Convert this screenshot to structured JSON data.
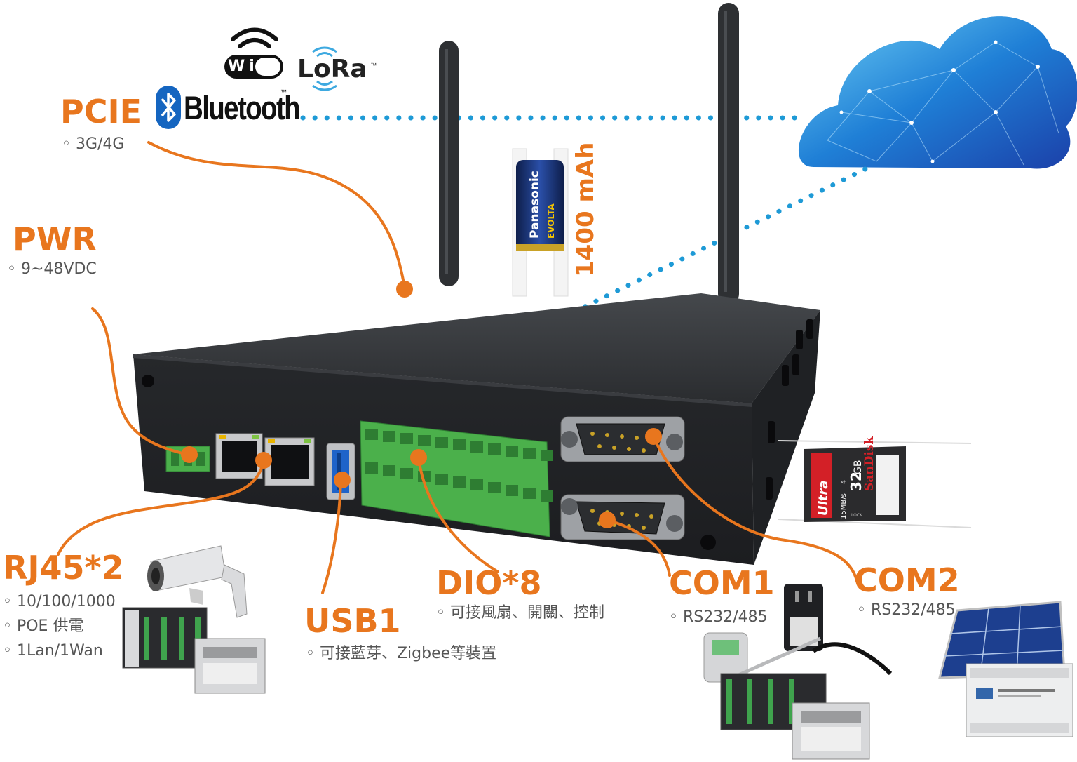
{
  "logos": {
    "wifi": "WiFi",
    "lora": "LoRa",
    "lora_tm": "™",
    "bluetooth": "Bluetooth",
    "bluetooth_tm": "™",
    "battery_brand": "Panasonic",
    "battery_model": "EVOLTA",
    "sdcard_brand": "SanDisk",
    "sdcard_line": "Ultra",
    "sdcard_capacity": "32",
    "sdcard_unit": "GB",
    "sdcard_speed": "15MB/s",
    "sdcard_class": "4",
    "sdcard_lock": "LOCK"
  },
  "battery_capacity": "1400 mAh",
  "labels": {
    "pcie": {
      "title": "PCIE",
      "lines": [
        "◦ 3G/4G"
      ]
    },
    "pwr": {
      "title": "PWR",
      "lines": [
        "◦ 9~48VDC"
      ]
    },
    "rj45": {
      "title": "RJ45*2",
      "lines": [
        "◦ 10/100/1000",
        "◦ POE 供電",
        "◦ 1Lan/1Wan"
      ]
    },
    "usb1": {
      "title": "USB1",
      "lines": [
        "◦ 可接藍芽、Zigbee等裝置"
      ]
    },
    "dio": {
      "title": "DIO*8",
      "lines": [
        "◦ 可接風扇、開關、控制"
      ]
    },
    "com1": {
      "title": "COM1",
      "lines": [
        "◦ RS232/485"
      ]
    },
    "com2": {
      "title": "COM2",
      "lines": [
        "◦ RS232/485"
      ]
    }
  },
  "colors": {
    "accent": "#E8761E",
    "link_dots": "#1E9AD6",
    "device_body": "#2B2D30",
    "terminal_green": "#4BB04B",
    "cloud": "#1F7FD6"
  }
}
